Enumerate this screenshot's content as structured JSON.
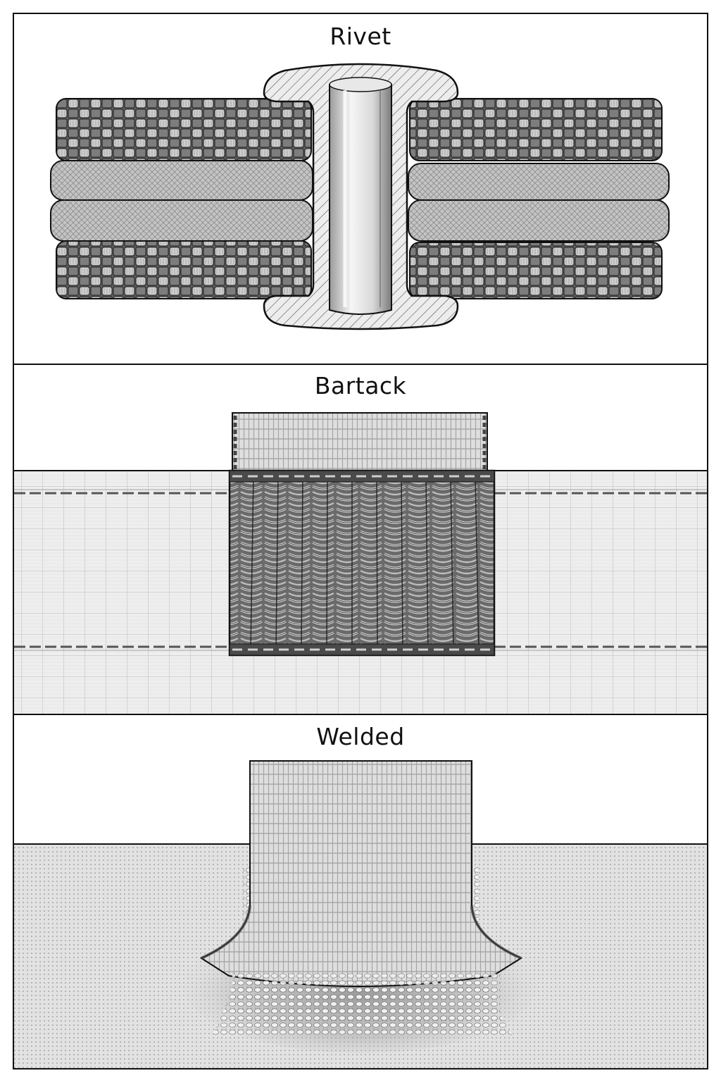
{
  "panels": [
    {
      "title": "Rivet"
    },
    {
      "title": "Bartack"
    },
    {
      "title": "Welded"
    }
  ],
  "colors": {
    "ink": "#111111",
    "paper": "#ffffff",
    "fabric_light": "#d6d6d6",
    "fabric_mid": "#9a9a9a",
    "fabric_dark": "#3a3a3a",
    "metal_light": "#f4f4f4",
    "metal_dark": "#8c8c8c"
  }
}
